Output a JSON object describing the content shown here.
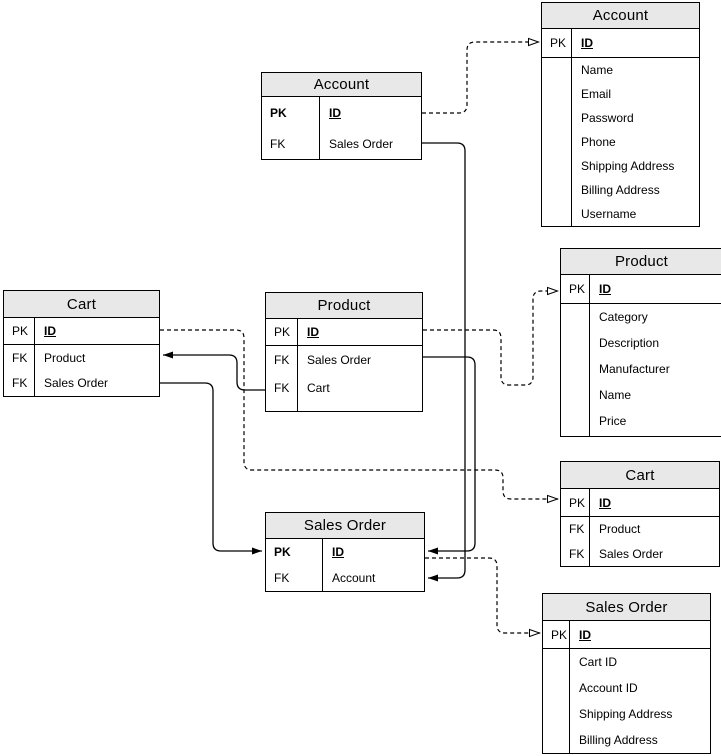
{
  "canvas": {
    "background": "#ffffff",
    "line_color": "#000000",
    "header_fill": "#e8e8e8"
  },
  "tables": [
    {
      "id": "account-mid",
      "title": "Account",
      "rows": [
        {
          "key": "PK",
          "name": "ID"
        },
        {
          "key": "FK",
          "name": "Sales Order"
        }
      ]
    },
    {
      "id": "account-detail",
      "title": "Account",
      "rows": [
        {
          "key": "PK",
          "name": "ID"
        },
        {
          "key": "",
          "name": "Name"
        },
        {
          "key": "",
          "name": "Email"
        },
        {
          "key": "",
          "name": "Password"
        },
        {
          "key": "",
          "name": "Phone"
        },
        {
          "key": "",
          "name": "Shipping Address"
        },
        {
          "key": "",
          "name": "Billing Address"
        },
        {
          "key": "",
          "name": "Username"
        }
      ]
    },
    {
      "id": "cart-left",
      "title": "Cart",
      "rows": [
        {
          "key": "PK",
          "name": "ID"
        },
        {
          "key": "FK",
          "name": "Product"
        },
        {
          "key": "FK",
          "name": "Sales Order"
        }
      ]
    },
    {
      "id": "product-mid",
      "title": "Product",
      "rows": [
        {
          "key": "PK",
          "name": "ID"
        },
        {
          "key": "FK",
          "name": "Sales Order"
        },
        {
          "key": "FK",
          "name": "Cart"
        }
      ]
    },
    {
      "id": "salesorder-mid",
      "title": "Sales Order",
      "rows": [
        {
          "key": "PK",
          "name": "ID"
        },
        {
          "key": "FK",
          "name": "Account"
        }
      ]
    },
    {
      "id": "product-detail",
      "title": "Product",
      "rows": [
        {
          "key": "PK",
          "name": "ID"
        },
        {
          "key": "",
          "name": "Category"
        },
        {
          "key": "",
          "name": "Description"
        },
        {
          "key": "",
          "name": "Manufacturer"
        },
        {
          "key": "",
          "name": "Name"
        },
        {
          "key": "",
          "name": "Price"
        }
      ]
    },
    {
      "id": "cart-detail",
      "title": "Cart",
      "rows": [
        {
          "key": "PK",
          "name": "ID"
        },
        {
          "key": "FK",
          "name": "Product"
        },
        {
          "key": "FK",
          "name": "Sales Order"
        }
      ]
    },
    {
      "id": "salesorder-detail",
      "title": "Sales Order",
      "rows": [
        {
          "key": "PK",
          "name": "ID"
        },
        {
          "key": "",
          "name": "Cart ID"
        },
        {
          "key": "",
          "name": "Account ID"
        },
        {
          "key": "",
          "name": "Shipping Address"
        },
        {
          "key": "",
          "name": "Billing Address"
        }
      ]
    }
  ],
  "connectors": [
    {
      "name": "account-fk-sales-order",
      "style": "solid",
      "from": "Account",
      "to": "Sales Order"
    },
    {
      "name": "product-fk-sales-order",
      "style": "solid",
      "from": "Product",
      "to": "Sales Order"
    },
    {
      "name": "product-fk-cart",
      "style": "solid",
      "from": "Product",
      "to": "Cart"
    },
    {
      "name": "cart-fk-sales-order",
      "style": "solid",
      "from": "Cart",
      "to": "Sales Order"
    },
    {
      "name": "account-to-account-detail",
      "style": "dashed",
      "from": "Account",
      "to": "Account"
    },
    {
      "name": "cart-to-cart-detail",
      "style": "dashed",
      "from": "Cart",
      "to": "Cart"
    },
    {
      "name": "product-to-product-detail",
      "style": "dashed",
      "from": "Product",
      "to": "Product"
    },
    {
      "name": "sales-order-to-sales-order-detail",
      "style": "dashed",
      "from": "Sales Order",
      "to": "Sales Order"
    }
  ]
}
